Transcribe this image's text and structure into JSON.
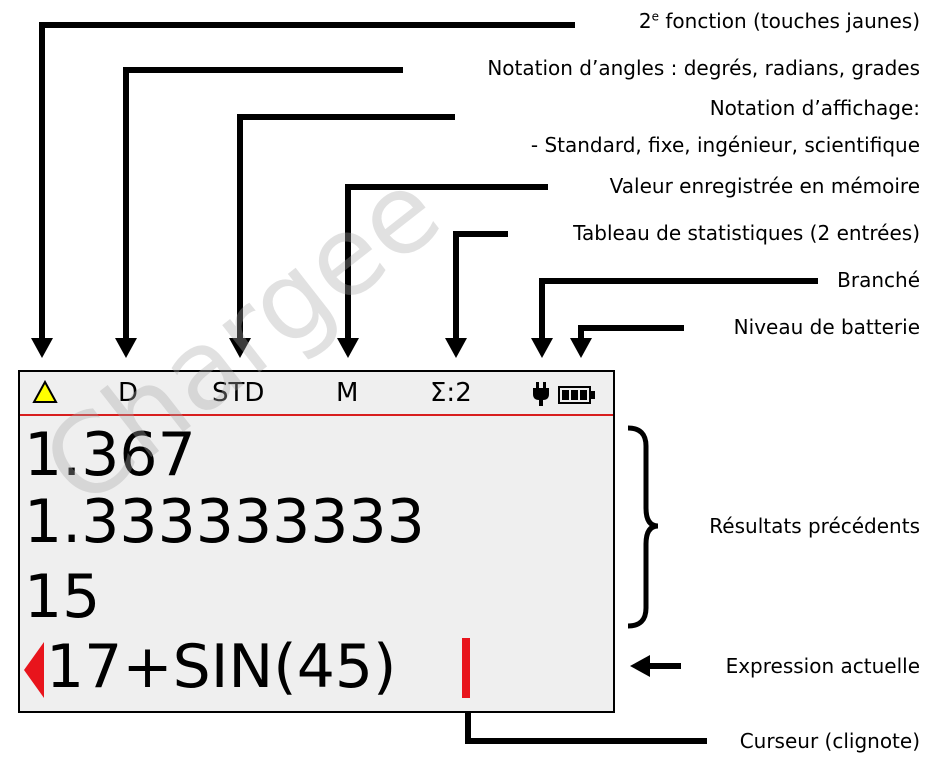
{
  "labels": {
    "second_function_prefix": "2",
    "second_function_sup": "e",
    "second_function_rest": " fonction (touches jaunes)",
    "angle_notation": "Notation d’angles : degrés, radians, grades",
    "display_notation_1": "Notation d’affichage:",
    "display_notation_2": "- Standard, fixe, ingénieur, scientifique",
    "memory": "Valeur enregistrée en mémoire",
    "stats": "Tableau de statistiques (2 entrées)",
    "plugged": "Branché",
    "battery": "Niveau de batterie",
    "previous_results": "Résultats précédents",
    "current_expression": "Expression actuelle",
    "cursor": "Curseur (clignote)"
  },
  "status_bar": {
    "angle_mode": "D",
    "display_mode": "STD",
    "memory_flag": "M",
    "stats_indicator": "Σ:2"
  },
  "results": [
    "1.367",
    "1.333333333",
    "15"
  ],
  "expression": "17+SIN(45)",
  "watermark": "Chargee",
  "colors": {
    "accent_red": "#e8141c",
    "second_function_yellow": "#ffff00",
    "screen_background": "#efefef"
  },
  "icons": [
    "second-function-triangle-icon",
    "plug-icon",
    "battery-icon",
    "expression-marker-icon",
    "cursor-bar"
  ]
}
